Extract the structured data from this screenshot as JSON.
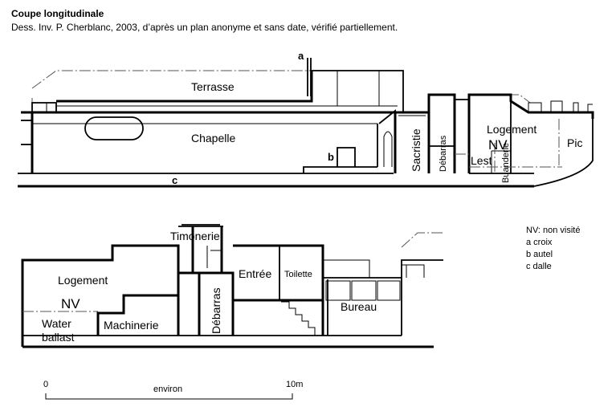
{
  "header": {
    "title": "Coupe longitudinale",
    "subtitle": "Dess. Inv. P. Cherblanc, 2003, d’après un plan anonyme et sans date, vérifié partiellement."
  },
  "top_section": {
    "terrasse": "Terrasse",
    "chapelle": "Chapelle",
    "sacristie": "Sacristie",
    "debarras": "Débarras",
    "lest": "Lest",
    "buanderie": "Buanderie",
    "logement": "Logement",
    "nv": "NV",
    "pic": "Pic",
    "marker_a": "a",
    "marker_b": "b",
    "marker_c": "c"
  },
  "bottom_section": {
    "timonerie": "Timonerie",
    "logement": "Logement",
    "nv": "NV",
    "water_ballast_1": "Water",
    "water_ballast_2": "ballast",
    "machinerie": "Machinerie",
    "debarras": "Débarras",
    "entree": "Entrée",
    "toilette": "Toilette",
    "bureau": "Bureau"
  },
  "legend": {
    "items": [
      "NV:  non visité",
      "a  croix",
      "b  autel",
      "c  dalle"
    ]
  },
  "scale": {
    "start": "0",
    "end": "10m",
    "caption": "environ"
  }
}
